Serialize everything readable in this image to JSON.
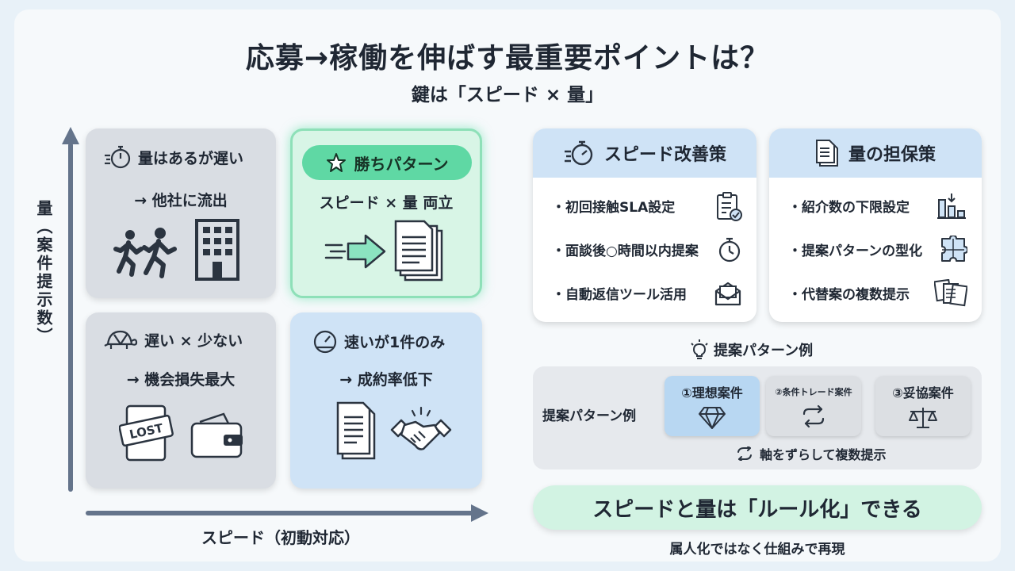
{
  "title": "応募→稼働を伸ばす最重要ポイントは？",
  "subtitle": "鍵は「スピード × 量」",
  "axes": {
    "y_label": "量（案件提示数）",
    "x_label": "スピード（初動対応）"
  },
  "quadrants": {
    "top_left": {
      "line1": "量はあるが遅い",
      "line2": "→ 他社に流出",
      "icons": [
        "stopwatch-icon",
        "running-people-icon",
        "building-icon"
      ]
    },
    "top_right": {
      "badge": "勝ちパターン",
      "line2": "スピード × 量 両立",
      "icons": [
        "star-icon",
        "arrow-right-icon",
        "documents-icon"
      ]
    },
    "bottom_left": {
      "line1": "遅い × 少ない",
      "line2": "→ 機会損失最大",
      "icons": [
        "turtle-icon",
        "lost-tag-icon",
        "wallet-icon"
      ]
    },
    "bottom_right": {
      "line1": "速いが1件のみ",
      "line2": "→ 成約率低下",
      "icons": [
        "speedometer-icon",
        "document-icon",
        "handshake-icon"
      ]
    }
  },
  "speed_panel": {
    "title": "スピード改善策",
    "icon": "stopwatch-icon",
    "items": [
      {
        "text": "初回接触SLA設定",
        "icon": "clipboard-check-icon"
      },
      {
        "text": "面談後○時間以内提案",
        "icon": "timer-icon"
      },
      {
        "text": "自動返信ツール活用",
        "icon": "mail-icon"
      }
    ]
  },
  "volume_panel": {
    "title": "量の担保策",
    "icon": "document-stack-icon",
    "items": [
      {
        "text": "紹介数の下限設定",
        "icon": "bar-chart-icon"
      },
      {
        "text": "提案パターンの型化",
        "icon": "puzzle-icon"
      },
      {
        "text": "代替案の複数提示",
        "icon": "multiple-documents-icon"
      }
    ]
  },
  "examples": {
    "heading": "提案パターン例",
    "label": "提案パターン例",
    "cards": [
      {
        "label": "①理想案件",
        "icon": "diamond-icon",
        "highlight": true
      },
      {
        "label": "②条件トレード案件",
        "icon": "exchange-icon",
        "highlight": false
      },
      {
        "label": "③妥協案件",
        "icon": "scale-icon",
        "highlight": false
      }
    ],
    "footer": "軸をずらして複数提示"
  },
  "conclusion": {
    "main": "スピードと量は「ルール化」できる",
    "sub": "属人化ではなく仕組みで再現"
  },
  "colors": {
    "gray_card": "#d9dde3",
    "blue_card": "#cfe3f6",
    "green_card": "#d8f5e6",
    "green_accent": "#5fd8a4",
    "axis": "#64748b"
  }
}
